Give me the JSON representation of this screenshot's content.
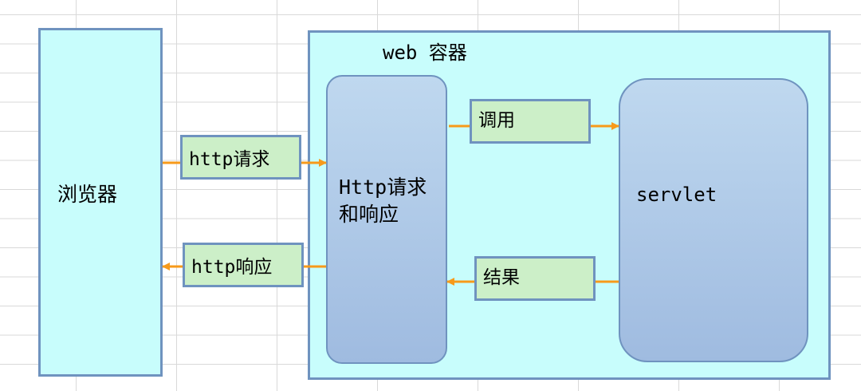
{
  "diagram": {
    "browser": {
      "label": "浏览器"
    },
    "container": {
      "label": "web 容器"
    },
    "http_component": {
      "line1": "Http请求",
      "line2": "和响应"
    },
    "servlet": {
      "label": "servlet"
    },
    "edges": {
      "http_request": "http请求",
      "http_response": "http响应",
      "invoke": "调用",
      "result": "结果"
    }
  },
  "colors": {
    "box_fill": "#c8fdfc",
    "box_border": "#6f93bf",
    "label_fill": "#ccefc8",
    "arrow": "#f79a1a"
  }
}
